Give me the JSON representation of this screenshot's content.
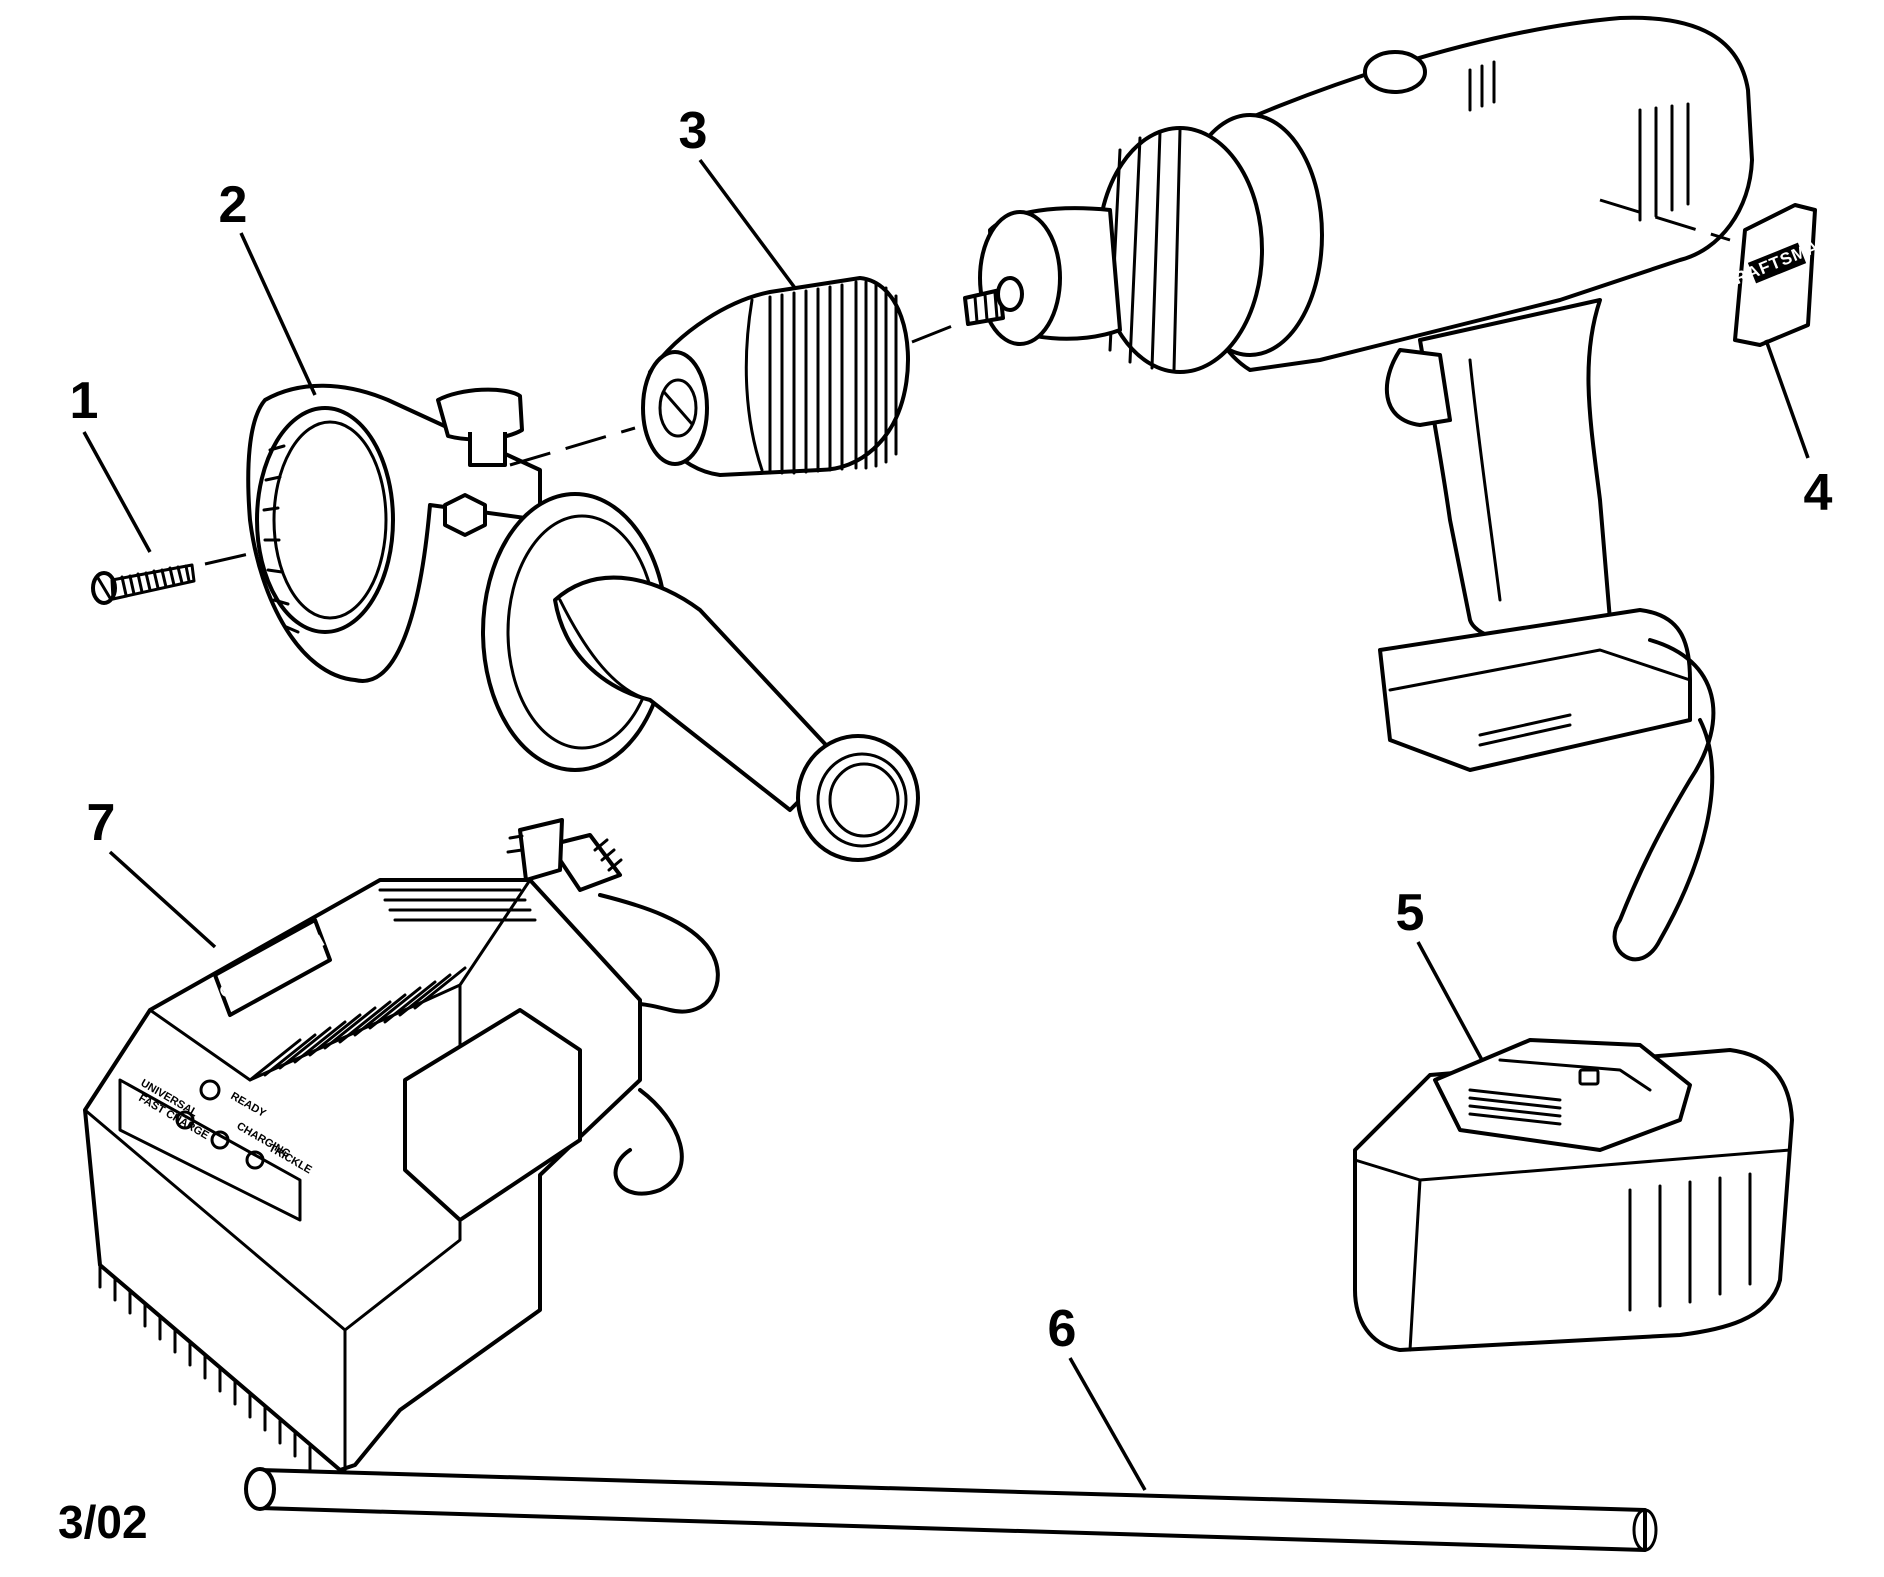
{
  "callouts": [
    {
      "id": "1",
      "label": "1"
    },
    {
      "id": "2",
      "label": "2"
    },
    {
      "id": "3",
      "label": "3"
    },
    {
      "id": "4",
      "label": "4"
    },
    {
      "id": "5",
      "label": "5"
    },
    {
      "id": "6",
      "label": "6"
    },
    {
      "id": "7",
      "label": "7"
    }
  ],
  "date_code": "3/02",
  "brand_text": "CRAFTSMAN",
  "charger_panel": [
    "UNIVERSAL",
    "FAST CHARGE",
    "READY",
    "CHARGING",
    "TRICKLE"
  ]
}
